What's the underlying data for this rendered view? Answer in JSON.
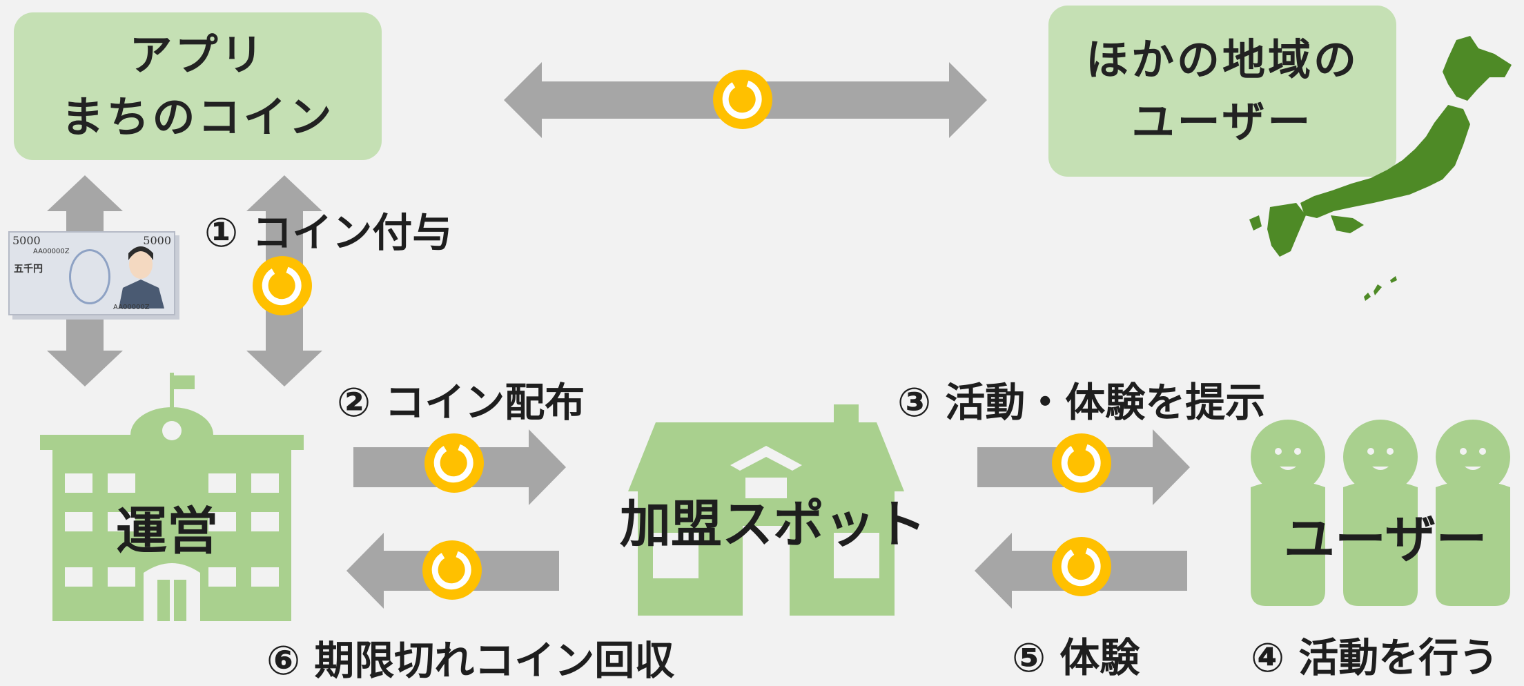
{
  "app_box": {
    "line1": "アプリ",
    "line2": "まちのコイン"
  },
  "other_region_box": {
    "line1": "ほかの地域の",
    "line2": "ユーザー"
  },
  "steps": {
    "s1": "① コイン付与",
    "s2": "② コイン配布",
    "s3": "③ 活動・体験を提示",
    "s4": "④ 活動を行う",
    "s5": "⑤ 体験",
    "s6": "⑥ 期限切れコイン回収"
  },
  "nodes": {
    "operator": "運営",
    "spot": "加盟スポット",
    "users": "ユーザー"
  },
  "banknote": {
    "denomination": "5000",
    "kanji": "五千円",
    "serial": "AA00000Z"
  },
  "colors": {
    "box_green": "#c5e0b4",
    "building_green": "#a9d08e",
    "arrow_gray": "#a6a6a6",
    "coin_yellow": "#ffc000",
    "japan_green": "#4e8a26"
  }
}
